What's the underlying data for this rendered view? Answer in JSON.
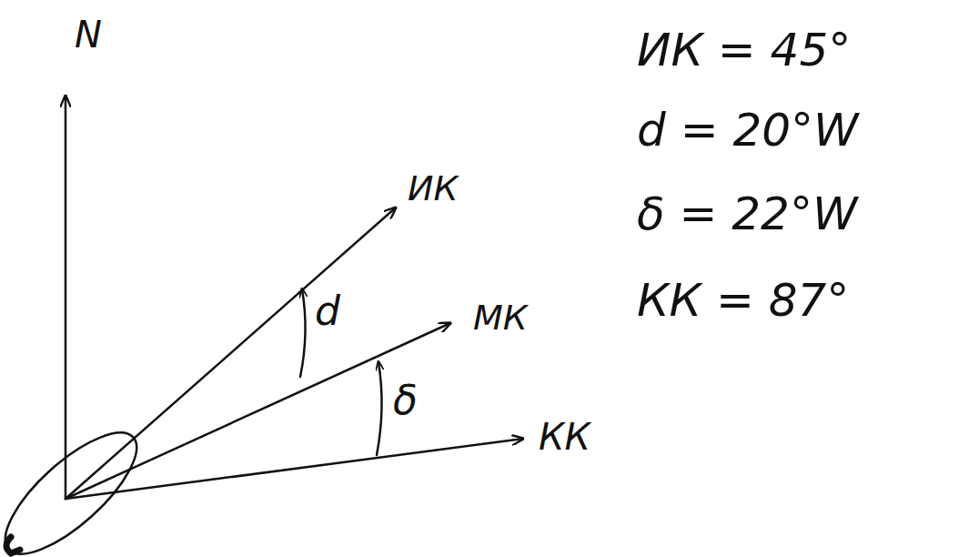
{
  "diagram": {
    "labels": [
      "N",
      "ИК",
      "d",
      "МК",
      "δ",
      "КК",
      "ИК = 45°",
      "d = 20°W",
      "δ = 22°W",
      "КК = 87°"
    ]
  }
}
